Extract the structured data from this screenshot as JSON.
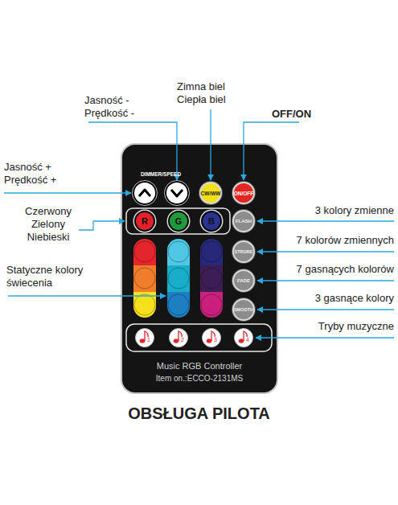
{
  "diagram": {
    "title": "OBSŁUGA PILOTA",
    "nodes": [
      {
        "text": [
          "Music RGB Controller",
          "Item on.:ECCO-2131MS"
        ]
      },
      {
        "text": [
          "CW/WW"
        ],
        "in": 0
      },
      {
        "text": [
          "ON/OFF"
        ],
        "in": 0
      },
      {
        "text": [
          "R"
        ],
        "in": 0
      },
      {
        "text": [
          "G"
        ],
        "in": 0
      },
      {
        "text": [
          "B"
        ],
        "in": 0
      },
      {
        "text": [
          "FLASH"
        ],
        "in": 0
      },
      {
        "text": [
          "STROBE"
        ],
        "in": 0
      },
      {
        "text": [
          "FADE"
        ],
        "in": 0
      },
      {
        "text": [
          "SMOOTH"
        ],
        "in": 0
      },
      {
        "text": [
          "1"
        ],
        "in": 0
      },
      {
        "text": [
          "2"
        ],
        "in": 0
      },
      {
        "text": [
          "3"
        ],
        "in": 0
      },
      {
        "text": [
          "4"
        ],
        "in": 0
      }
    ],
    "labels": [
      "DIMMER/SPEED",
      "Jasność - Prędkość -",
      "Zimna biel Ciepła biel",
      "OFF/ON",
      "Jasność + Prędkość +",
      "Czerwony Zielony Niebieski",
      "Statyczne kolory świecenia",
      "3 kolory zmienne",
      "7 kolorów zmiennych",
      "7 gasnących kolorów",
      "3 gasnące kolory",
      "Tryby muzyczne"
    ]
  }
}
